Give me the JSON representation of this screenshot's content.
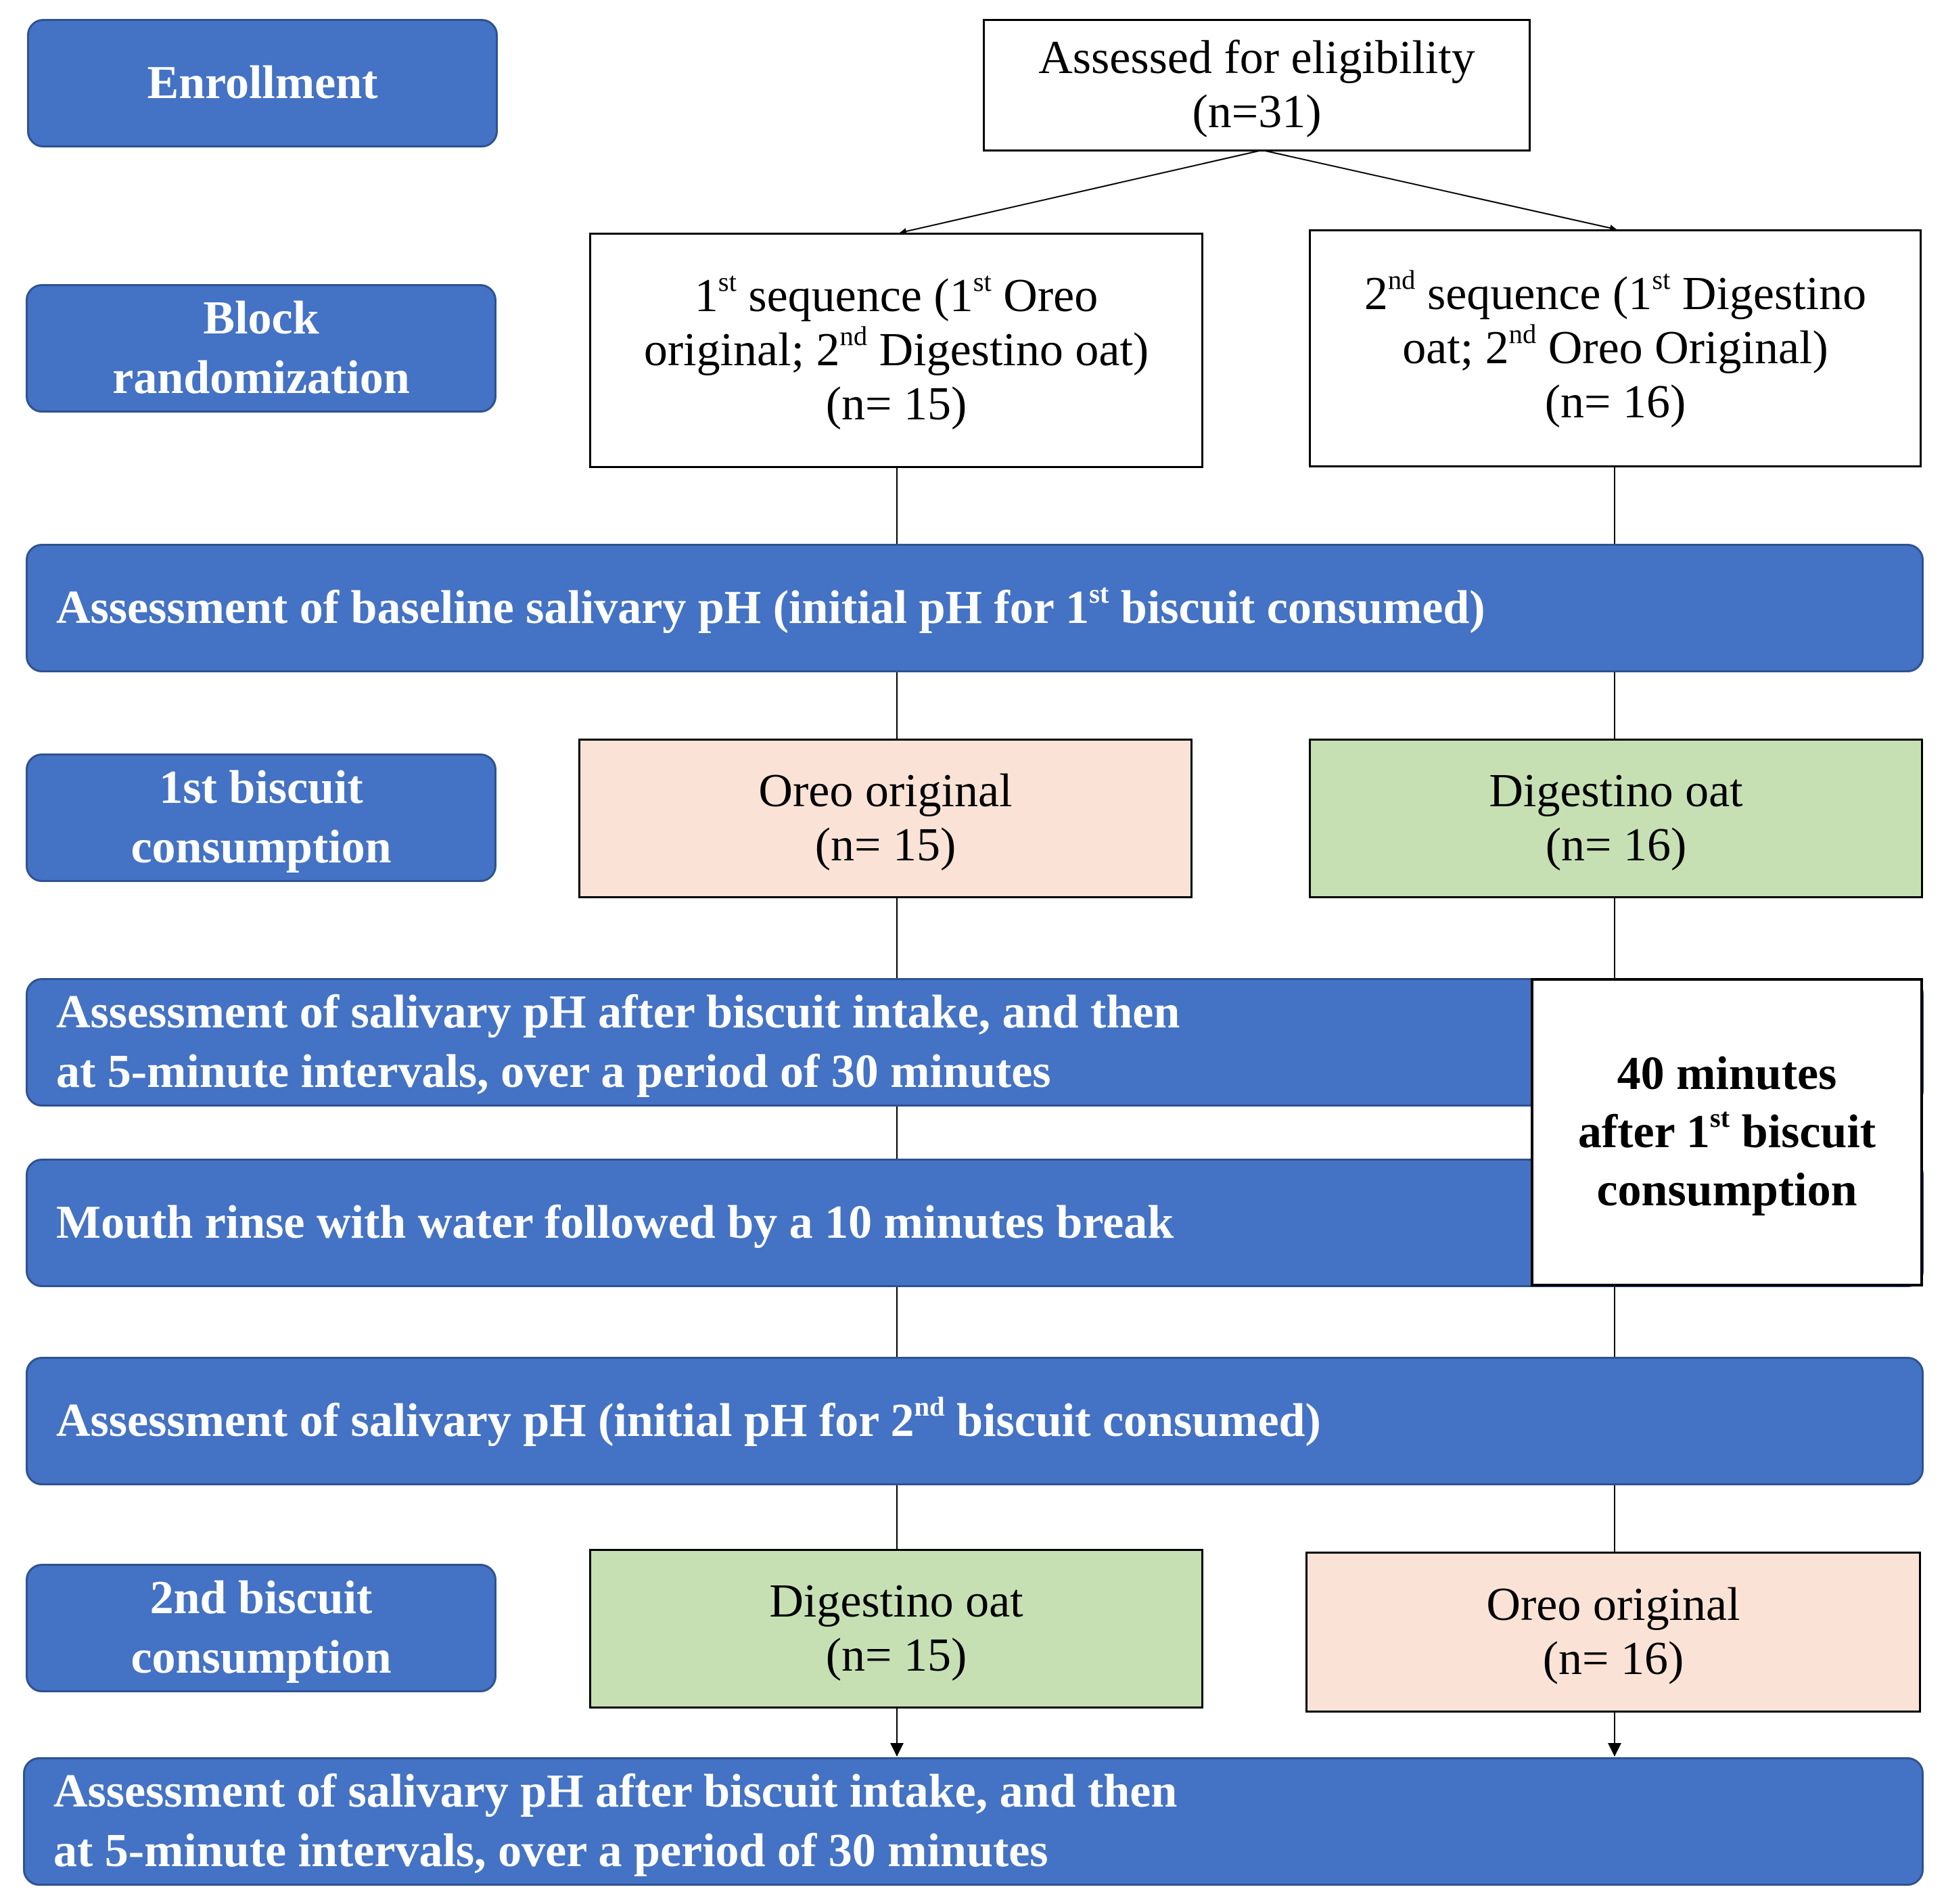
{
  "stage_labels": {
    "enrollment": "Enrollment",
    "block_randomization": [
      "Block",
      "randomization"
    ],
    "first_biscuit": [
      "1st biscuit",
      "consumption"
    ],
    "second_biscuit": [
      "2nd biscuit",
      "consumption"
    ]
  },
  "eligibility": {
    "line1": "Assessed for eligibility",
    "line2": "(n=31)"
  },
  "sequence1": {
    "p1": "1",
    "s1": "st",
    "p2": " sequence (1",
    "s2": "st",
    "p3": " Oreo",
    "p4": "original; 2",
    "s3": "nd",
    "p5": " Digestino oat)",
    "n": "(n= 15)"
  },
  "sequence2": {
    "p1": "2",
    "s1": "nd",
    "p2": " sequence (1",
    "s2": "st",
    "p3": " Digestino",
    "p4": "oat; 2",
    "s3": "nd",
    "p5": " Oreo Original)",
    "n": "(n= 16)"
  },
  "baseline_bar": {
    "pre": "Assessment of baseline salivary pH (initial pH for 1",
    "sup": "st",
    "post": " biscuit consumed)"
  },
  "first_biscuit": {
    "left": {
      "name": "Oreo original",
      "n": "(n= 15)"
    },
    "right": {
      "name": "Digestino oat",
      "n": "(n= 16)"
    }
  },
  "after_intake_bar_1": {
    "line1": "Assessment of salivary pH after biscuit intake, and then",
    "line2": "at 5-minute intervals, over a period of 30 minutes"
  },
  "rinse_bar": "Mouth rinse with water followed by a 10 minutes break",
  "forty_minutes": {
    "line1": "40 minutes",
    "line2_pre": "after 1",
    "line2_sup": "st",
    "line2_post": " biscuit",
    "line3": "consumption"
  },
  "second_initial_bar": {
    "pre": "Assessment of salivary pH (initial pH for 2",
    "sup": "nd",
    "post": " biscuit consumed)"
  },
  "second_biscuit": {
    "left": {
      "name": "Digestino oat",
      "n": "(n= 15)"
    },
    "right": {
      "name": "Oreo original",
      "n": "(n= 16)"
    }
  },
  "after_intake_bar_2": {
    "line1": "Assessment of salivary pH after biscuit intake, and then",
    "line2": "at 5-minute intervals, over a period of 30 minutes"
  },
  "colors": {
    "label_fill": "#4472c4",
    "label_border": "#2f528f",
    "oreo_fill": "#fae3d6",
    "digestino_fill": "#c6e0b4"
  }
}
